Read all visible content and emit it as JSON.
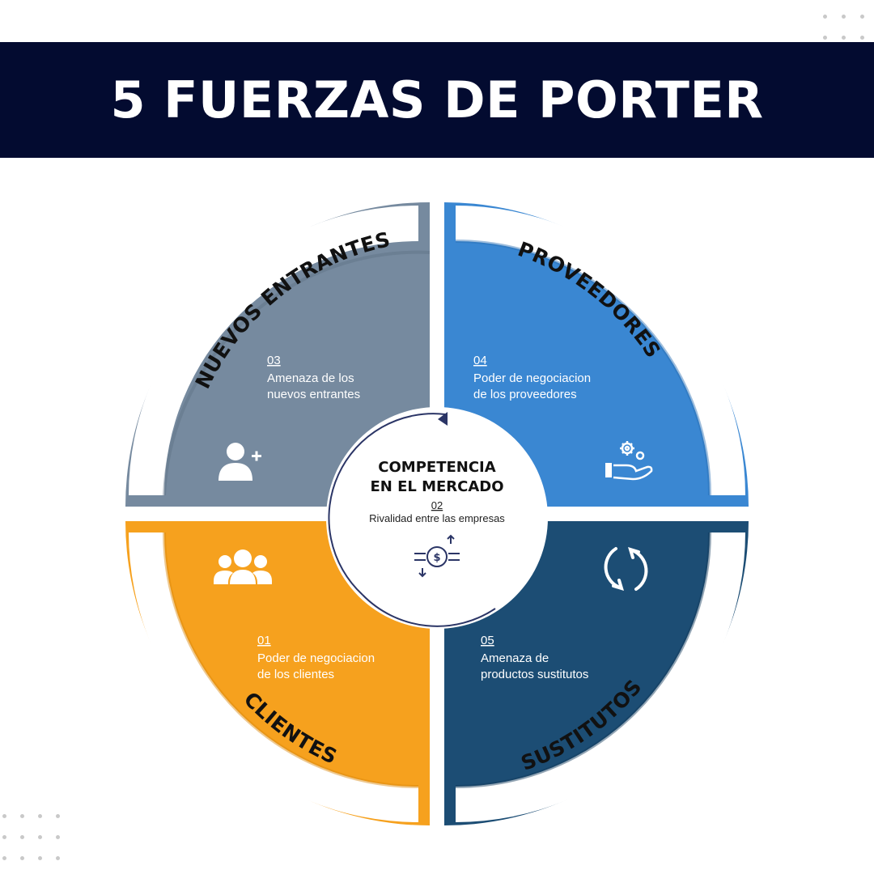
{
  "title": "5 FUERZAS DE PORTER",
  "center": {
    "title_line1": "COMPETENCIA",
    "title_line2": "EN EL MERCADO",
    "number": "02",
    "description": "Rivalidad entre las empresas",
    "icon": "money-exchange-icon"
  },
  "forces": [
    {
      "key": "nuevos",
      "label": "NUEVOS ENTRANTES",
      "number": "03",
      "line1": "Amenaza de los",
      "line2": "nuevos entrantes",
      "icon": "add-user-icon",
      "color": "#768a9f"
    },
    {
      "key": "proveedores",
      "label": "PROVEEDORES",
      "number": "04",
      "line1": "Poder de negociacion",
      "line2": "de los proveedores",
      "icon": "hand-gears-icon",
      "color": "#3a87d2"
    },
    {
      "key": "clientes",
      "label": "CLIENTES",
      "number": "01",
      "line1": "Poder de negociacion",
      "line2": "de los clientes",
      "icon": "group-icon",
      "color": "#f6a11e"
    },
    {
      "key": "sustitutos",
      "label": "SUSTITUTOS",
      "number": "05",
      "line1": "Amenaza de",
      "line2": "productos sustitutos",
      "icon": "refresh-icon",
      "color": "#1c4d74"
    }
  ]
}
